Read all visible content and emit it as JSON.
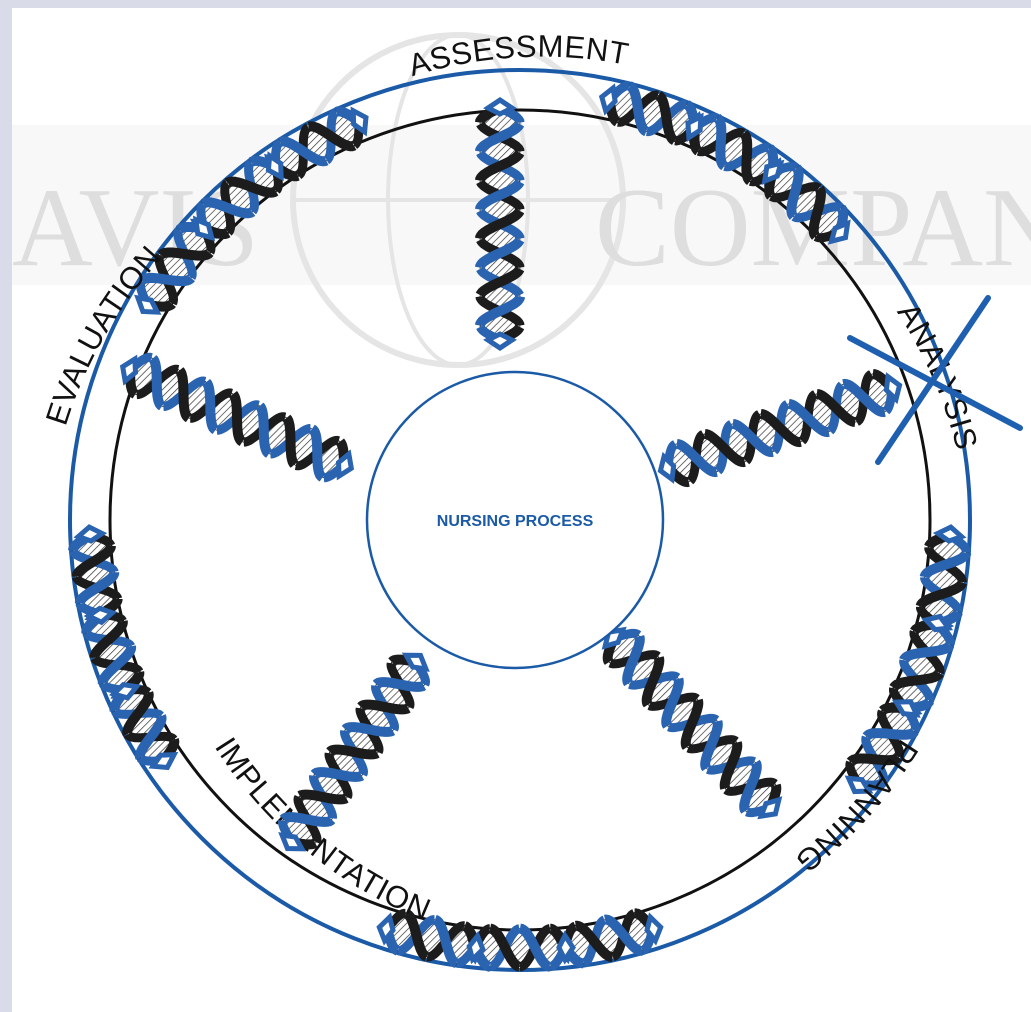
{
  "watermark": {
    "left_text": "AVIS",
    "right_text": "COMPAN",
    "color": "#c9c9c9"
  },
  "center": {
    "label": "NURSING PROCESS",
    "stroke_color": "#1b5aa6",
    "text_color": "#1b5aa6"
  },
  "stages": {
    "assessment": "ASSESSMENT",
    "analysis": "ANALYSIS",
    "planning": "PLANNING",
    "implementation": "IMPLEMENTATION",
    "evaluation": "EVALUATION"
  },
  "analysis_crossed_out": true,
  "colors": {
    "helix_blue": "#2a63b0",
    "helix_black": "#1c1c1c",
    "ring_blue": "#1b5aa6",
    "ring_black": "#111111",
    "cross_blue": "#1f5fb0"
  }
}
